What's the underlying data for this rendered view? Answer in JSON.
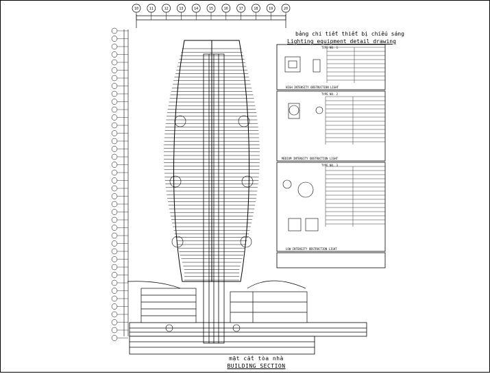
{
  "drawing": {
    "caption_vn": "mặt cắt tòa nhà",
    "caption_en": "BUILDING SECTION"
  },
  "axes": {
    "grid_labels": [
      "10",
      "11",
      "12",
      "13",
      "14",
      "15",
      "16",
      "17",
      "18",
      "19",
      "20"
    ]
  },
  "legend": {
    "title_vn": "bảng chi tiết thiết bị chiếu sáng",
    "title_en": "Lighting equipment detail drawing",
    "panels": [
      {
        "header": "TYPE NO. 1",
        "footer": "HIGH INTENSITY OBSTRUCTION LIGHT"
      },
      {
        "header": "TYPE NO. 2",
        "footer": "MEDIUM INTENSITY OBSTRUCTION LIGHT"
      },
      {
        "header": "TYPE NO. 3",
        "footer": "LOW INTENSITY OBSTRUCTION LIGHT"
      }
    ]
  },
  "colors": {
    "line": "#000000",
    "background": "#ffffff"
  }
}
